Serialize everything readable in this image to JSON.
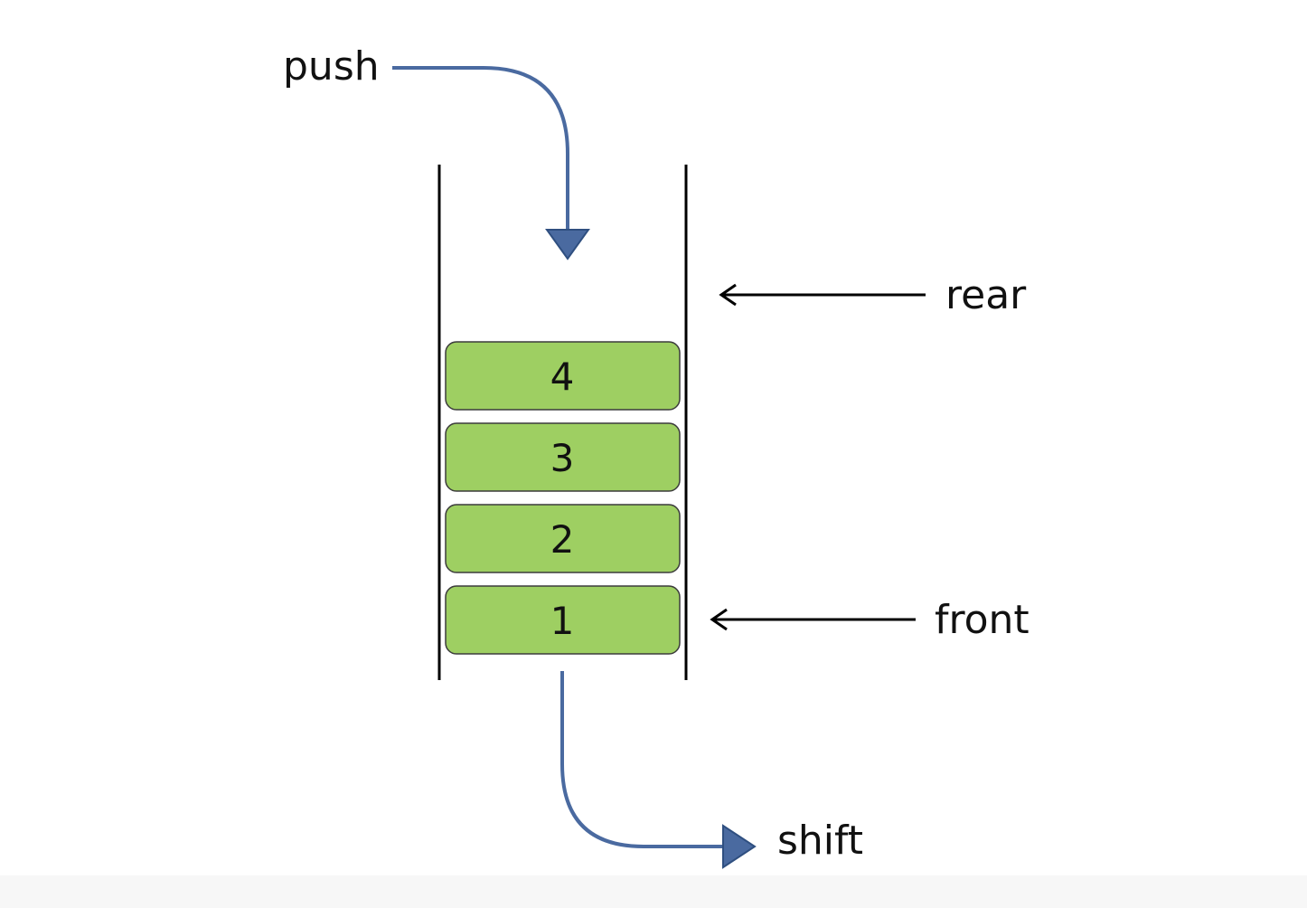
{
  "labels": {
    "push": "push",
    "rear": "rear",
    "front": "front",
    "shift": "shift"
  },
  "items": [
    {
      "value": "4"
    },
    {
      "value": "3"
    },
    {
      "value": "2"
    },
    {
      "value": "1"
    }
  ],
  "colors": {
    "item_fill": "#9ecf62",
    "item_stroke": "#3c3c3c",
    "flow_arrow": "#4a6aa0",
    "pointer_arrow": "#000000",
    "wall": "#000000"
  }
}
